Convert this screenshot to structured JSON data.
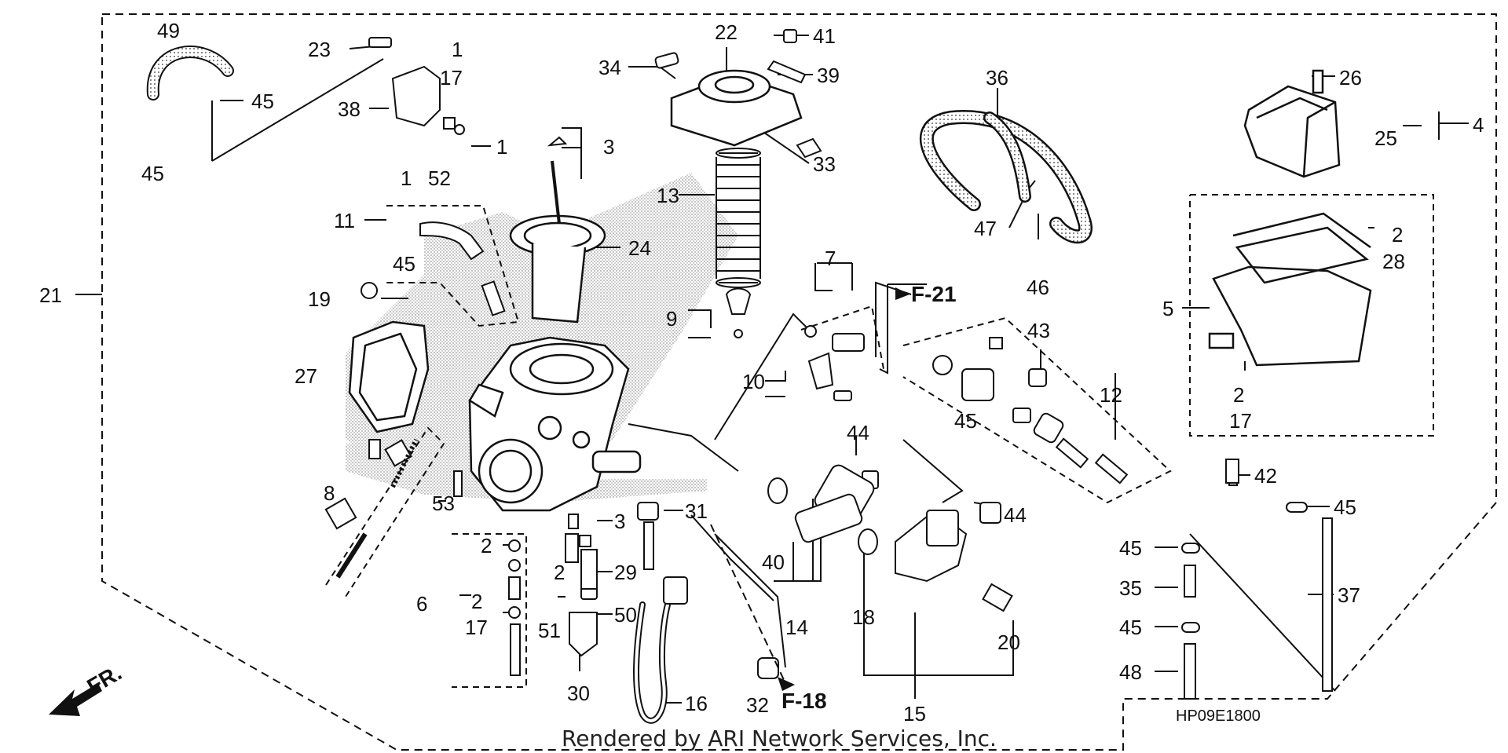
{
  "diagram": {
    "code": "HP09E1800",
    "footer": "Rendered by ARI Network Services, Inc.",
    "front_label": "FR.",
    "refs": {
      "f21": "F-21",
      "f18": "F-18"
    }
  },
  "callouts": {
    "c21": "21",
    "c49": "49",
    "c23": "23",
    "c1a": "1",
    "c17a": "17",
    "c38": "38",
    "c45a": "45",
    "c45b": "45",
    "c1b": "1",
    "c52": "52",
    "c1c": "1",
    "c11": "11",
    "c45c": "45",
    "c19": "19",
    "c27": "27",
    "c8": "8",
    "c53": "53",
    "c3a": "3",
    "c24": "24",
    "c13": "13",
    "c22": "22",
    "c34": "34",
    "c41": "41",
    "c39": "39",
    "c33": "33",
    "c9": "9",
    "c7": "7",
    "c10": "10",
    "c36": "36",
    "c47": "47",
    "c46": "46",
    "c26": "26",
    "c4": "4",
    "c25": "25",
    "c2a": "2",
    "c28": "28",
    "c5": "5",
    "c2b": "2",
    "c17b": "17",
    "c43": "43",
    "c12": "12",
    "c45d": "45",
    "c44a": "44",
    "c44b": "44",
    "c42": "42",
    "c45e": "45",
    "c45f": "45",
    "c35": "35",
    "c45g": "45",
    "c37": "37",
    "c48": "48",
    "c31": "31",
    "c3b": "3",
    "c29": "29",
    "c2c": "2",
    "c2d": "2",
    "c2e": "2",
    "c6": "6",
    "c17c": "17",
    "c51": "51",
    "c50": "50",
    "c30": "30",
    "c16": "16",
    "c32": "32",
    "c40": "40",
    "c14": "14",
    "c18": "18",
    "c20": "20",
    "c15": "15"
  },
  "colors": {
    "ink": "#111111",
    "shade": "#b9b9b9",
    "paper": "#ffffff"
  }
}
